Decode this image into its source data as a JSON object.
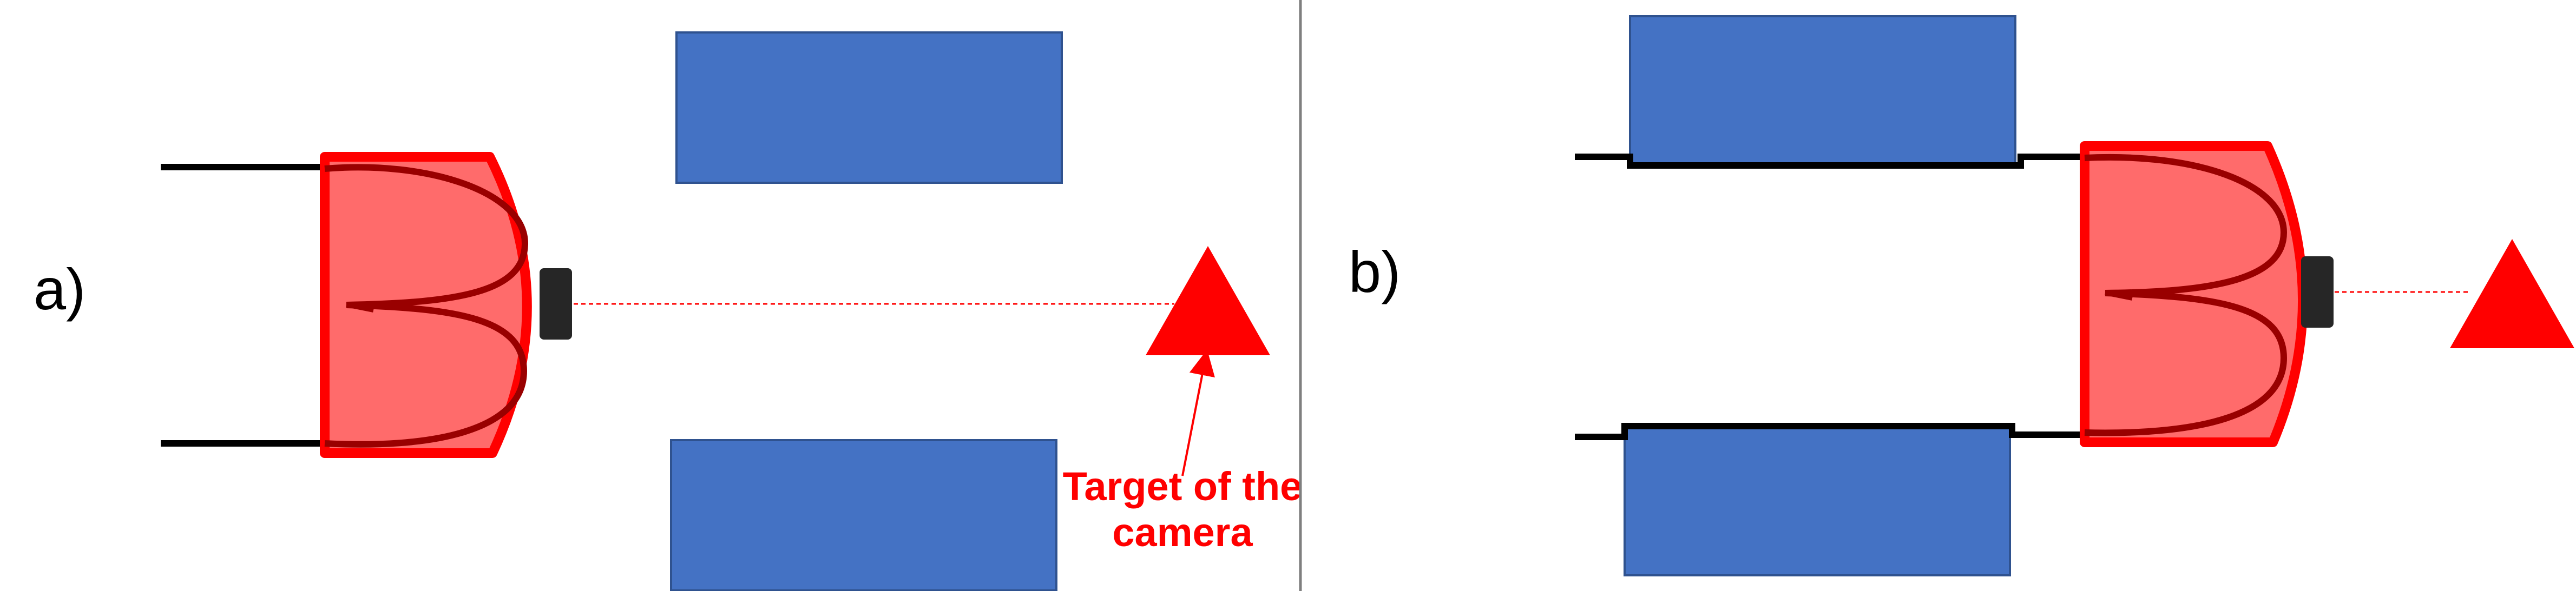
{
  "panels": {
    "a": {
      "label": "a)"
    },
    "b": {
      "label": "b)"
    }
  },
  "annotation": {
    "line1": "Target of the",
    "line2": "camera"
  },
  "colors": {
    "obstacle": "#4472C4",
    "obstacle_border": "#2F528F",
    "robot_fill": "#FF6B6B",
    "robot_outline": "#FF0000",
    "robot_inner": "#990000",
    "target": "#FF0000",
    "camera": "#262626",
    "line": "#000000",
    "divider": "#7F7F7F",
    "label_text": "#000000",
    "annotation_text": "#FF0000"
  }
}
